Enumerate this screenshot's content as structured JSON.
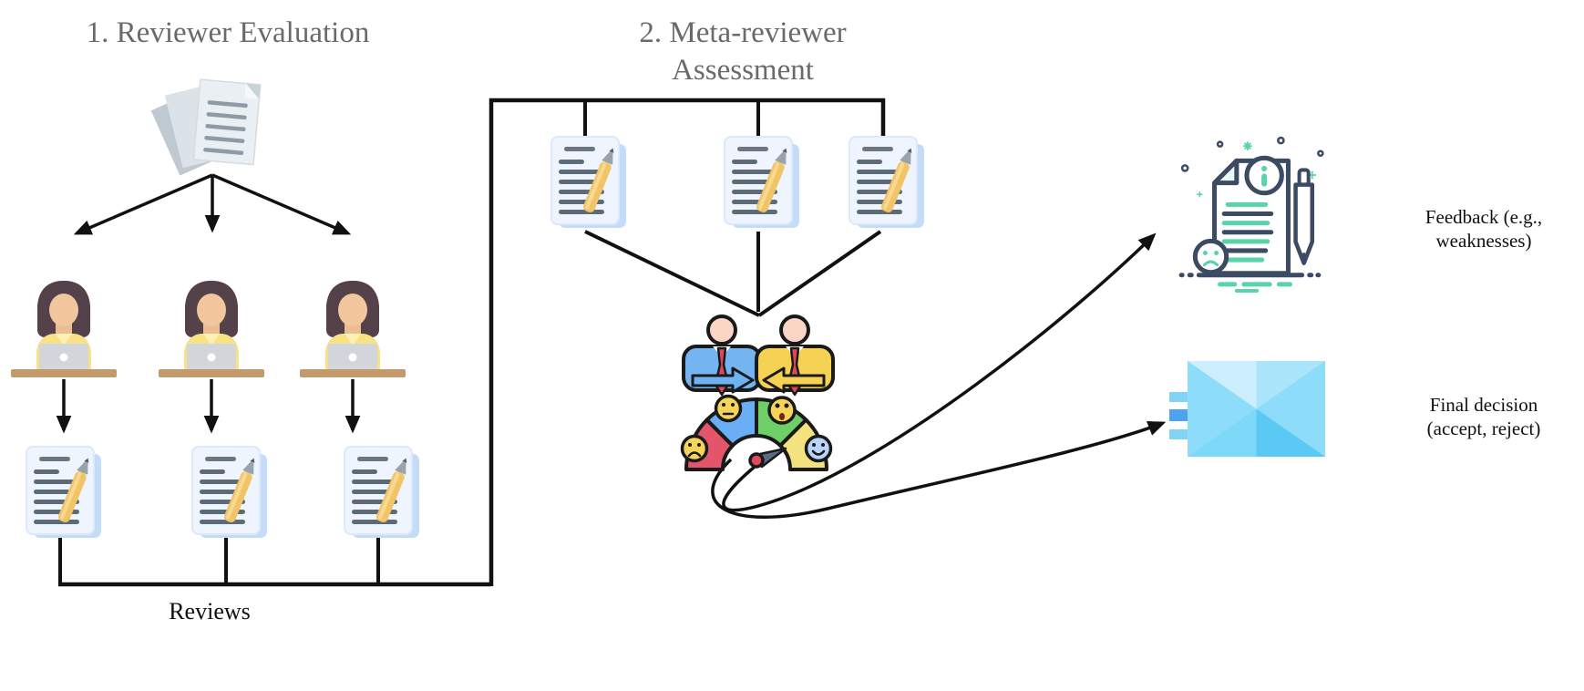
{
  "titles": {
    "step1": "1. Reviewer Evaluation",
    "step2": [
      "2. Meta-reviewer",
      "Assessment"
    ]
  },
  "labels": {
    "reviews": "Reviews",
    "feedback": [
      "Feedback (e.g.,",
      "weaknesses)"
    ],
    "final_decision": [
      "Final decision",
      "(accept, reject)"
    ]
  },
  "icons": [
    "paper-stack-icon",
    "reviewer-at-laptop-icon",
    "review-document-pencil-icon",
    "meta-review-document-pencil-icon",
    "meta-reviewer-discussion-gauge-icon",
    "feedback-report-icon",
    "decision-envelope-icon",
    "arrow-connectors"
  ],
  "colors": {
    "title_gray": "#6a6a6a",
    "line_black": "#111111",
    "doc_page": "#eff5fe",
    "doc_back": "#c5dcf8",
    "doc_text_line": "#5d6a77",
    "pencil_yellow": "#f2c468",
    "reviewer_shirt_yellow": "#f9e285",
    "reviewer_hair": "#55414a",
    "skin": "#f2c79e",
    "desk_tan": "#c49a6c",
    "meeting_blue_shirt": "#74b4f0",
    "meeting_yellow_shirt": "#f5d254",
    "tie_red": "#e0485e",
    "gauge_red": "#e2556b",
    "gauge_blue": "#6aaff5",
    "gauge_green": "#6ecf68",
    "gauge_yellow": "#f3e27d",
    "emoji_yellow": "#f6d45a",
    "emoji_happy_blue": "#b8d4f9",
    "feedback_navy": "#3d4a63",
    "feedback_teal": "#58d3ac",
    "envelope_light": "#cdeffd",
    "envelope_mid": "#8ddcf9",
    "envelope_dark": "#5acaf5",
    "envelope_bar_blue": "#4da3ee"
  }
}
